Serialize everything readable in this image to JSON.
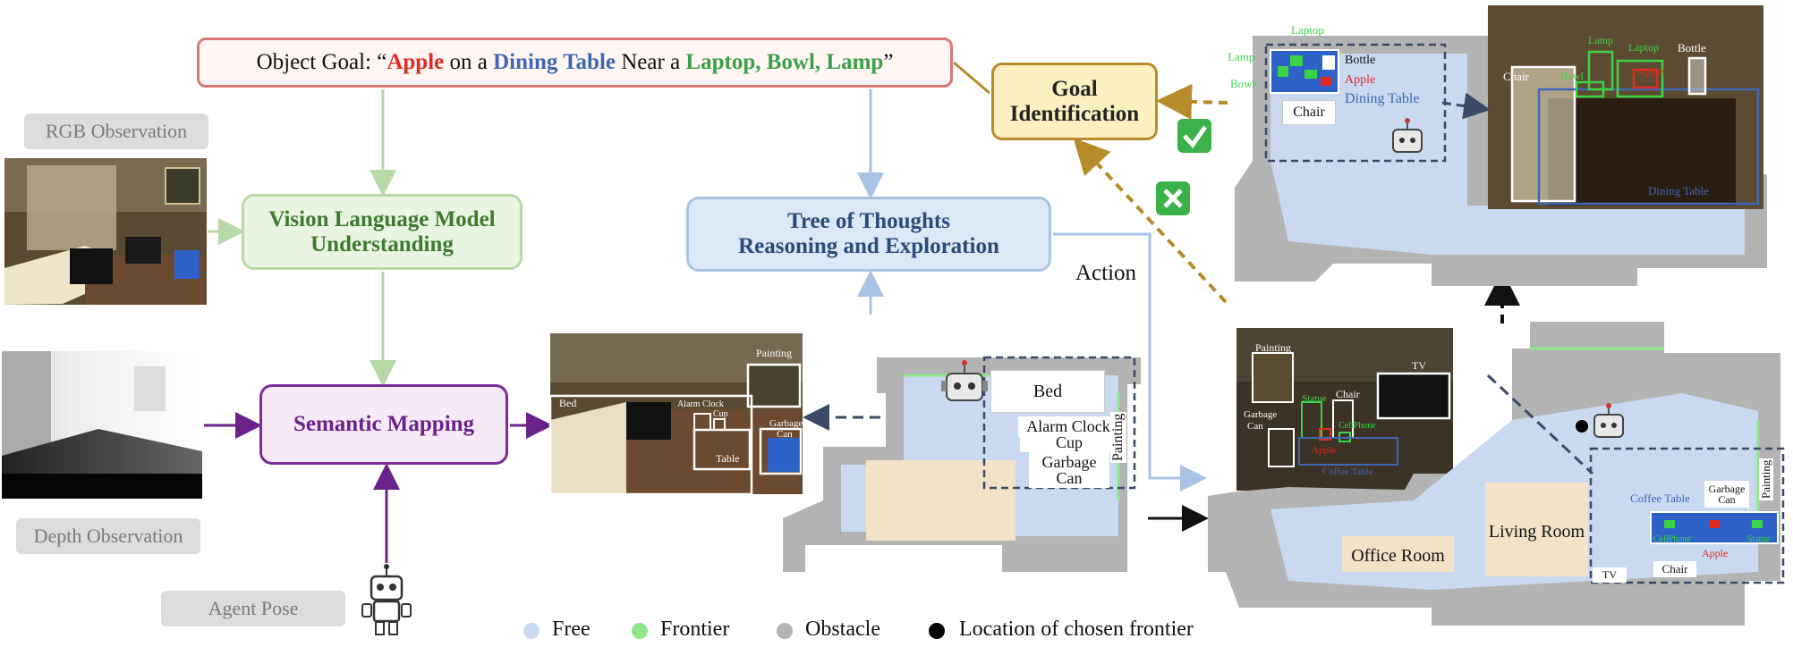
{
  "goal": {
    "prefix": "Object Goal:  “",
    "apple": "Apple",
    "on_a": " on a ",
    "dining_table": "Dining Table",
    "near_a": " Near a ",
    "targets": "Laptop, Bowl, Lamp",
    "suffix": "”"
  },
  "inputs": {
    "rgb": "RGB Observation",
    "depth": "Depth Observation",
    "pose": "Agent Pose"
  },
  "modules": {
    "vlm_line1": "Vision Language Model",
    "vlm_line2": "Understanding",
    "tot_line1": "Tree of Thoughts",
    "tot_line2": "Reasoning and Exploration",
    "semantic": "Semantic Mapping",
    "goal_id_line1": "Goal",
    "goal_id_line2": "Identification",
    "action": "Action"
  },
  "scene1": {
    "painting": "Painting",
    "bed": "Bed",
    "alarm_clock": "Alarm Clock",
    "cup": "Cup",
    "garbage": "Garbage",
    "can": "Can",
    "table": "Table"
  },
  "map1": {
    "bed": "Bed",
    "alarm_clock": "Alarm Clock",
    "cup": "Cup",
    "garbage": "Garbage",
    "can": "Can",
    "painting": "Painting"
  },
  "scene2": {
    "painting": "Painting",
    "tv": "TV",
    "chair": "Chair",
    "statue": "Statue",
    "garbage": "Garbage",
    "can": "Can",
    "cellphone": "CellPhone",
    "apple": "Apple",
    "coffee_table": "Coffee Table"
  },
  "map2": {
    "office_room": "Office Room",
    "living_room": "Living Room",
    "coffee_table": "Coffee Table",
    "garbage": "Garbage",
    "can": "Can",
    "painting": "Painting",
    "cellphone": "CellPhone",
    "statue": "Statue",
    "apple": "Apple",
    "tv": "TV",
    "chair": "Chair"
  },
  "map3": {
    "laptop": "Laptop",
    "lamp": "Lamp",
    "bowl": "Bowl",
    "bottle": "Bottle",
    "apple": "Apple",
    "dining_table": "Dining Table",
    "chair": "Chair"
  },
  "scene3": {
    "lamp": "Lamp",
    "laptop": "Laptop",
    "bottle": "Bottle",
    "chair": "Chair",
    "bowl": "Bowl",
    "apple": "Apple",
    "dining_table": "Dining Table"
  },
  "legend": {
    "free": "Free",
    "frontier": "Frontier",
    "obstacle": "Obstacle",
    "chosen": "Location of chosen frontier"
  },
  "colors": {
    "free": "#c9d9ef",
    "frontier": "#8ee88a",
    "obstacle": "#b3b3b3",
    "chosen": "#000000",
    "apple": "#e02a22",
    "dining": "#3f67b4",
    "green": "#3aa04a"
  }
}
